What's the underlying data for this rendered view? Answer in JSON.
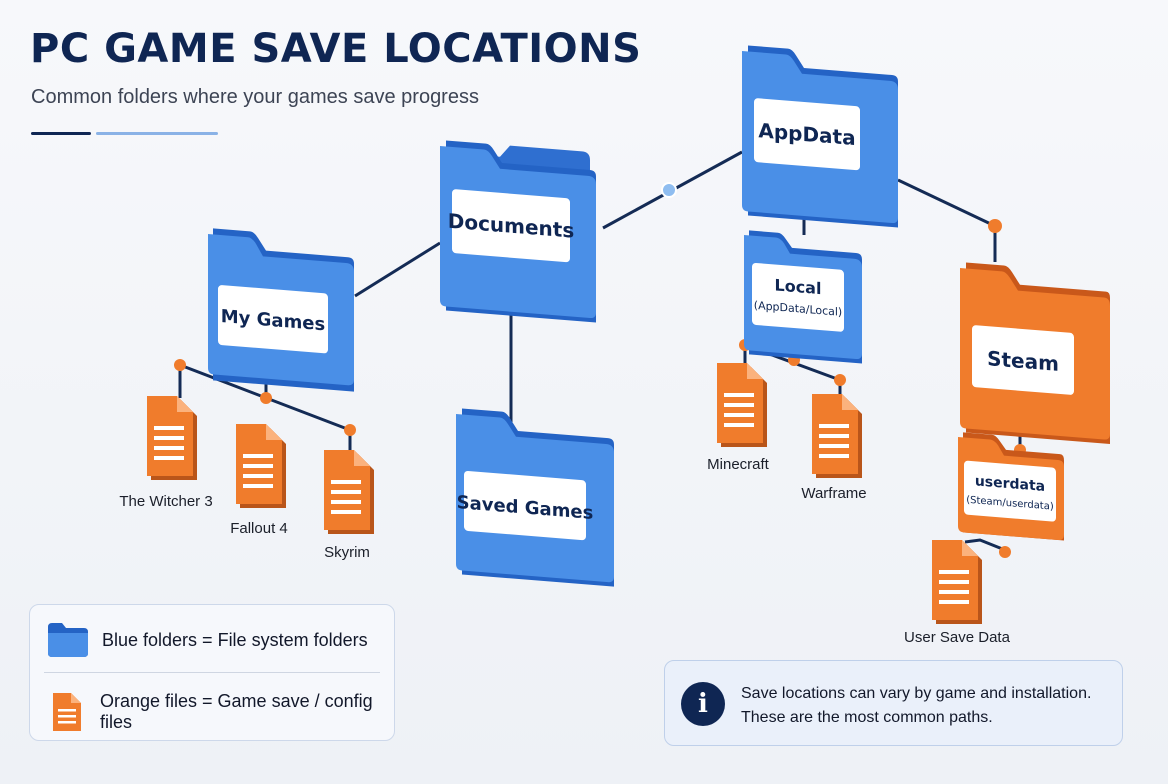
{
  "header": {
    "title": "PC GAME SAVE LOCATIONS",
    "subtitle": "Common folders where your games save progress"
  },
  "colors": {
    "navy": "#0f2653",
    "folder_blue": "#4a8fe7",
    "file_orange": "#f07c2c",
    "connector": "#142b55"
  },
  "folders": {
    "documents": {
      "label": "Documents",
      "icon": "folder-icon"
    },
    "appdata": {
      "label": "AppData",
      "icon": "folder-icon"
    },
    "my_games": {
      "label": "My Games",
      "icon": "folder-icon"
    },
    "saved_games": {
      "label": "Saved Games",
      "icon": "folder-icon"
    },
    "local": {
      "label": "Local",
      "sublabel": "(AppData/Local)",
      "icon": "folder-icon"
    },
    "steam": {
      "label": "Steam",
      "icon": "folder-icon"
    },
    "userdata": {
      "label": "userdata",
      "sublabel": "(Steam/userdata)",
      "icon": "folder-icon"
    }
  },
  "files": {
    "witcher": "The Witcher 3",
    "fallout": "Fallout 4",
    "skyrim": "Skyrim",
    "minecraft": "Minecraft",
    "warframe": "Warframe",
    "user_save": "User Save Data"
  },
  "legend": {
    "blue": "Blue folders = File system folders",
    "orange": "Orange files = Game save / config files"
  },
  "note": {
    "line1": "Save locations can vary by game and installation.",
    "line2": "These are the most common paths.",
    "icon": "info-icon"
  }
}
